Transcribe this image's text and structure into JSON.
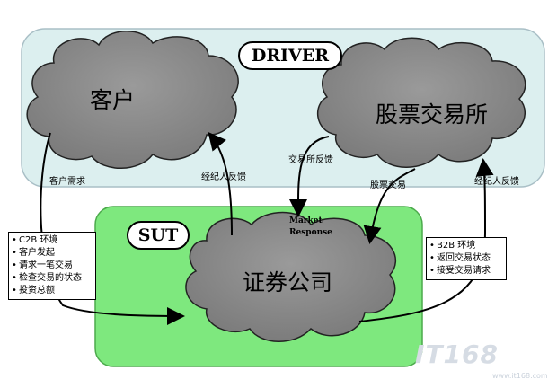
{
  "driver": {
    "label": "DRIVER"
  },
  "sut": {
    "label": "SUT"
  },
  "clouds": {
    "customer": "客户",
    "exchange": "股票交易所",
    "broker": "证券公司"
  },
  "labels": {
    "customer_demand": "客户需求",
    "broker_feedback_left": "经纪人反馈",
    "exchange_feedback": "交易所反馈",
    "stock_trade": "股票交易",
    "broker_feedback_right": "经纪人反馈",
    "market_response_1": "Market",
    "market_response_2": "Response"
  },
  "left_box": {
    "items": [
      "C2B 环境",
      "客户发起",
      "请求一笔交易",
      "检查交易的状态",
      "投资总额"
    ]
  },
  "right_box": {
    "items": [
      "B2B 环境",
      "返回交易状态",
      "接受交易请求"
    ]
  },
  "watermark": {
    "text": "IT168",
    "sub": "www.it168.com"
  },
  "colors": {
    "driver_fill": "#dcefef",
    "sut_fill": "#7ee87e",
    "cloud_fill": "#8c8c8c"
  }
}
